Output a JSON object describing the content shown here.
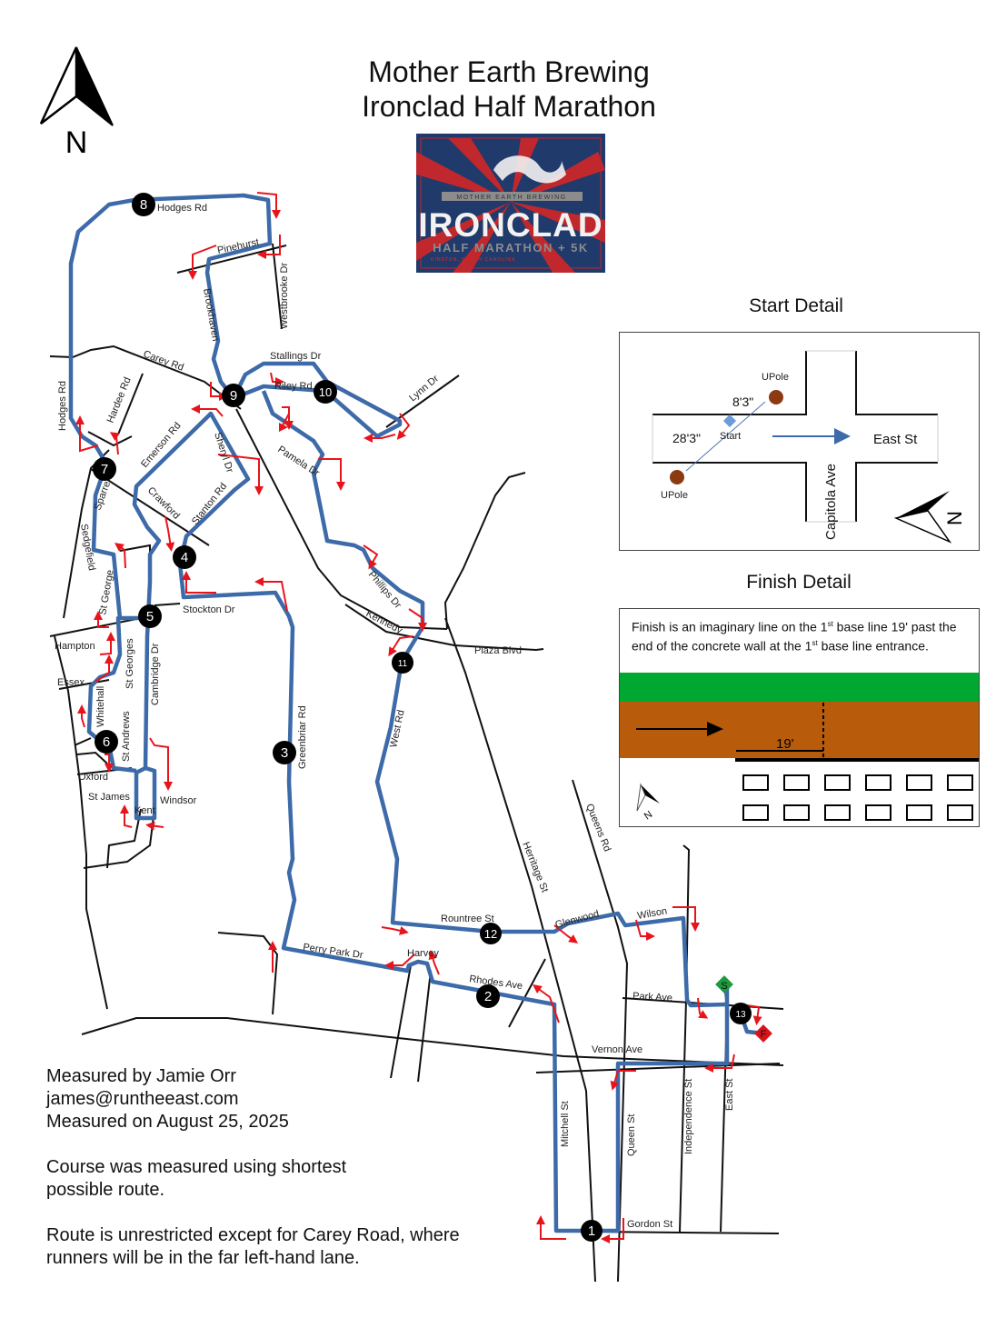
{
  "header": {
    "title_line1": "Mother Earth Brewing",
    "title_line2": "Ironclad Half Marathon"
  },
  "logo": {
    "brand_line": "MOTHER EARTH BREWING",
    "name": "IRONCLAD",
    "subtitle": "HALF MARATHON + 5K",
    "location": "KINSTON, NORTH CAROLINA",
    "colors": {
      "navy": "#1f3a6b",
      "red": "#c0282d",
      "white": "#f2f2f2",
      "grey": "#8c8c8c"
    }
  },
  "compass": {
    "label": "N"
  },
  "start_detail": {
    "title": "Start Detail",
    "pole_label": "UPole",
    "start_label": "Start",
    "dist_top": "8'3\"",
    "dist_bottom": "28'3\"",
    "street_horizontal": "East St",
    "street_vertical": "Capitola Ave",
    "compass_label": "N"
  },
  "finish_detail": {
    "title": "Finish Detail",
    "text_a": "Finish is an imaginary line on the 1",
    "sup1": "st",
    "text_b": " base line 19' past the end of the concrete wall at the 1",
    "sup2": "st",
    "text_c": " base line entrance.",
    "distance": "19'",
    "compass_label": "N",
    "colors": {
      "grass": "#00a832",
      "dirt": "#b85c0c"
    }
  },
  "notes": {
    "measured_by": "Measured by Jamie Orr",
    "email": "james@runtheeast.com",
    "measured_on": "Measured on August 25, 2025",
    "method": "Course was measured using shortest possible route.",
    "restriction": "Route is unrestricted except for Carey Road, where runners will be in the far left-hand lane."
  },
  "map": {
    "colors": {
      "route": "#3d6aa8",
      "arrow": "#e8141b",
      "road": "#111111",
      "marker": "#000000",
      "start": "#1e9a3e",
      "finish": "#d8141b"
    },
    "mile_markers": [
      "1",
      "2",
      "3",
      "4",
      "5",
      "6",
      "7",
      "8",
      "9",
      "10",
      "11",
      "12",
      "13"
    ],
    "start_marker": "S",
    "finish_marker": "F",
    "streets": {
      "hodges_rd_top": "Hodges Rd",
      "hodges_rd_side": "Hodges Rd",
      "pinehurst": "Pinehurst",
      "westbrooke": "Westbrooke Dr",
      "brookhaven": "Brookhaven",
      "carey": "Carey Rd",
      "hardee": "Hardee Rd",
      "stallings": "Stallings Dr",
      "riley": "Riley Rd",
      "lynn": "Lynn Dr",
      "pamela": "Pamela Dr",
      "emerson": "Emerson Rd",
      "sheryl": "Sheryl Dr",
      "crawford": "Crawford",
      "stanton": "Stanton Rd",
      "sparre": "Sparre",
      "sedgefield": "Sedgefield",
      "st_george": "St George",
      "stockton": "Stockton Dr",
      "hampton": "Hampton",
      "st_georges": "St Georges",
      "cambridge": "Cambridge Dr",
      "essex": "Essex",
      "whitehall": "Whitehall",
      "st_andrews": "St Andrews",
      "oxford": "Oxford",
      "st_james": "St James",
      "kent": "Kent",
      "windsor": "Windsor",
      "greenbriar": "Greenbriar Rd",
      "phillips": "Phillips Dr",
      "kennedy": "Kennedy",
      "plaza": "Plaza Blvd",
      "west_rd": "West Rd",
      "heritage": "Herritage St",
      "queens_rd": "Queens Rd",
      "rountree": "Rountree St",
      "glenwood": "Glenwood",
      "wilson": "Wilson",
      "perry_park": "Perry Park Dr",
      "harvey": "Harvey",
      "rhodes": "Rhodes Ave",
      "park_ave": "Park Ave",
      "vernon": "Vernon Ave",
      "mitchell": "Mitchell St",
      "queen_st": "Queen St",
      "independence": "Independence St",
      "east_st": "East St",
      "gordon": "Gordon St"
    }
  }
}
